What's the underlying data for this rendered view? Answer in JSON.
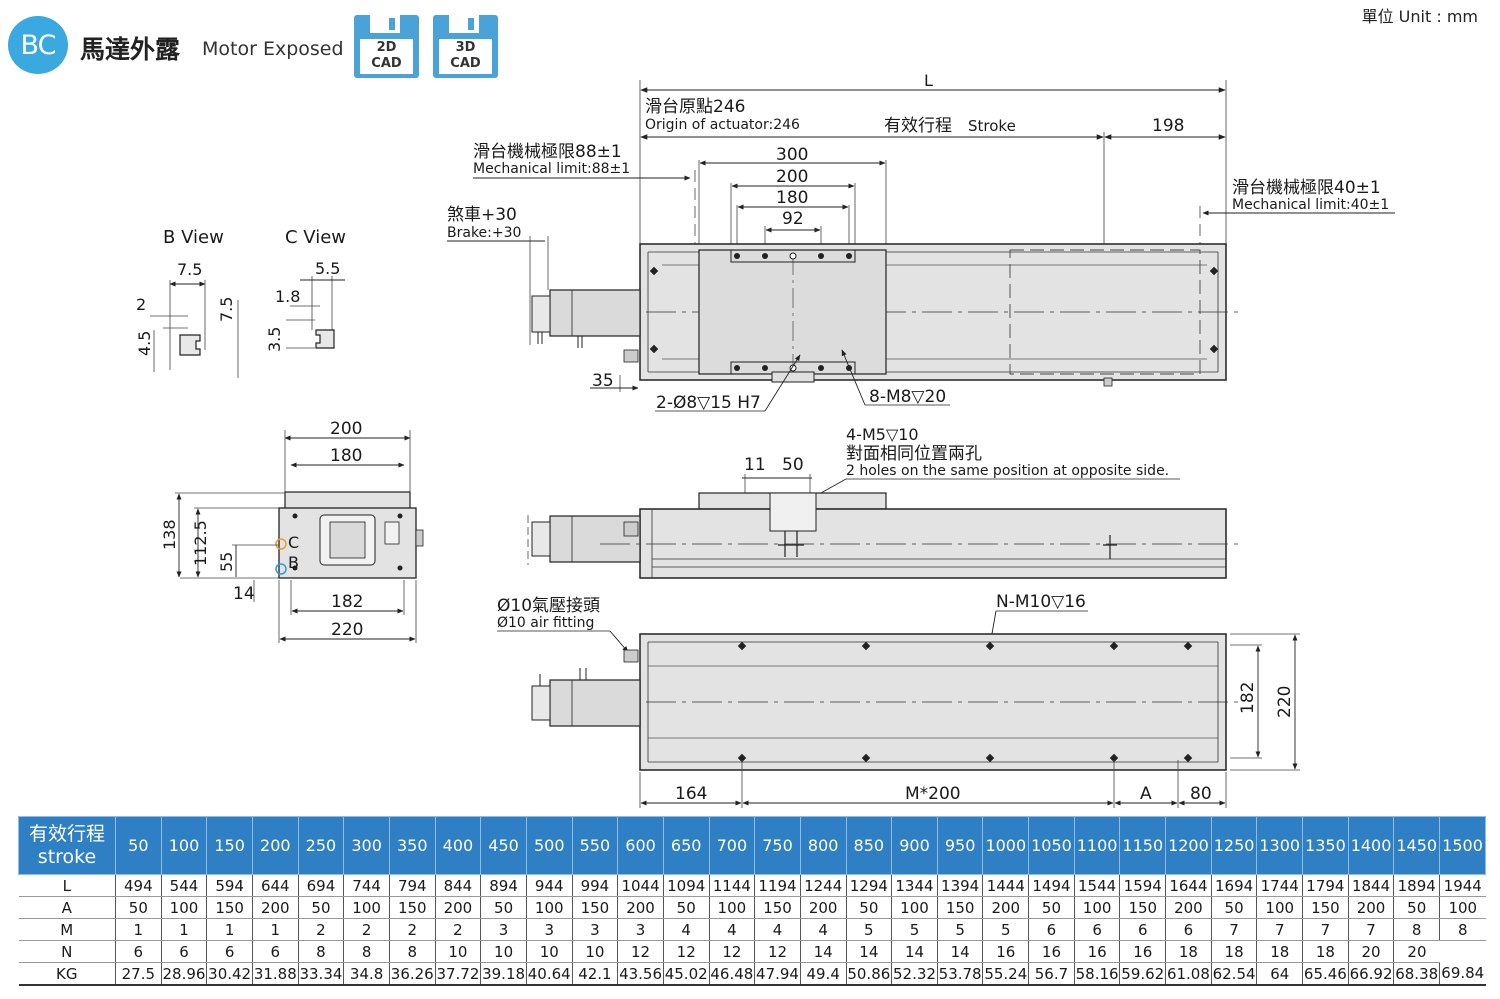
{
  "header": {
    "badge": "BC",
    "title_cn": "馬達外露",
    "title_en": "Motor Exposed",
    "cad_buttons": [
      {
        "line1": "2D",
        "line2": "CAD"
      },
      {
        "line1": "3D",
        "line2": "CAD"
      }
    ],
    "unit": "單位 Unit : mm"
  },
  "views": {
    "b_view": "B View",
    "c_view": "C View",
    "b_view_color": "#2a9fd8",
    "c_view_color": "#f39a2d",
    "b_dims": [
      "7.5",
      "2",
      "7.5",
      "4.5"
    ],
    "c_dims": [
      "5.5",
      "1.8",
      "3.5"
    ]
  },
  "top_view": {
    "L": "L",
    "origin_cn": "滑台原點246",
    "origin_en": "Origin of actuator:246",
    "stroke_cn": "有效行程",
    "stroke_en": "Stroke",
    "end_dim": "198",
    "mech_left_cn": "滑台機械極限88±1",
    "mech_left_en": "Mechanical limit:88±1",
    "mech_right_cn": "滑台機械極限40±1",
    "mech_right_en": "Mechanical limit:40±1",
    "brake_cn": "煞車+30",
    "brake_en": "Brake:+30",
    "carriage_dims": [
      "300",
      "200",
      "180",
      "92"
    ],
    "dim_35": "35",
    "pin_holes": "2-Ø8▽15 H7",
    "tapped_holes": "8-M8▽20"
  },
  "end_view": {
    "width_dims": [
      "200",
      "180"
    ],
    "height_dims": [
      "138",
      "112.5",
      "55"
    ],
    "dim_14": "14",
    "base_dims": [
      "182",
      "220"
    ],
    "marker_c": "C",
    "marker_b": "B"
  },
  "side_view": {
    "holes_label": "4-M5▽10",
    "holes_cn": "對面相同位置兩孔",
    "holes_en": "2 holes on the same position at opposite side.",
    "dims": [
      "11",
      "50"
    ]
  },
  "bottom_view": {
    "fitting_cn": "Ø10氣壓接頭",
    "fitting_en": "Ø10 air fitting",
    "mount_holes": "N-M10▽16",
    "width_dims": [
      "182",
      "220"
    ],
    "bottom_dims": [
      "164",
      "M*200",
      "A",
      "80"
    ]
  },
  "table": {
    "header_label_cn": "有效行程",
    "header_label_en": "stroke",
    "strokes": [
      "50",
      "100",
      "150",
      "200",
      "250",
      "300",
      "350",
      "400",
      "450",
      "500",
      "550",
      "600",
      "650",
      "700",
      "750",
      "800",
      "850",
      "900",
      "950",
      "1000",
      "1050",
      "1100",
      "1150",
      "1200",
      "1250",
      "1300",
      "1350",
      "1400",
      "1450",
      "1500"
    ],
    "rows": [
      {
        "label": "L",
        "values": [
          "494",
          "544",
          "594",
          "644",
          "694",
          "744",
          "794",
          "844",
          "894",
          "944",
          "994",
          "1044",
          "1094",
          "1144",
          "1194",
          "1244",
          "1294",
          "1344",
          "1394",
          "1444",
          "1494",
          "1544",
          "1594",
          "1644",
          "1694",
          "1744",
          "1794",
          "1844",
          "1894",
          "1944"
        ]
      },
      {
        "label": "A",
        "values": [
          "50",
          "100",
          "150",
          "200",
          "50",
          "100",
          "150",
          "200",
          "50",
          "100",
          "150",
          "200",
          "50",
          "100",
          "150",
          "200",
          "50",
          "100",
          "150",
          "200",
          "50",
          "100",
          "150",
          "200",
          "50",
          "100",
          "150",
          "200",
          "50",
          "100"
        ]
      },
      {
        "label": "M",
        "values": [
          "1",
          "1",
          "1",
          "1",
          "2",
          "2",
          "2",
          "2",
          "3",
          "3",
          "3",
          "3",
          "4",
          "4",
          "4",
          "4",
          "5",
          "5",
          "5",
          "5",
          "6",
          "6",
          "6",
          "6",
          "7",
          "7",
          "7",
          "7",
          "8",
          "8"
        ]
      },
      {
        "label": "N",
        "values": [
          "6",
          "6",
          "6",
          "6",
          "8",
          "8",
          "8",
          "10",
          "10",
          "10",
          "10",
          "12",
          "12",
          "12",
          "12",
          "14",
          "14",
          "14",
          "14",
          "16",
          "16",
          "16",
          "16",
          "18",
          "18",
          "18",
          "18",
          "20",
          "20"
        ]
      },
      {
        "label": "KG",
        "values": [
          "27.5",
          "28.96",
          "30.42",
          "31.88",
          "33.34",
          "34.8",
          "36.26",
          "37.72",
          "39.18",
          "40.64",
          "42.1",
          "43.56",
          "45.02",
          "46.48",
          "47.94",
          "49.4",
          "50.86",
          "52.32",
          "53.78",
          "55.24",
          "56.7",
          "58.16",
          "59.62",
          "61.08",
          "62.54",
          "64",
          "65.46",
          "66.92",
          "68.38",
          "69.84"
        ]
      }
    ]
  }
}
